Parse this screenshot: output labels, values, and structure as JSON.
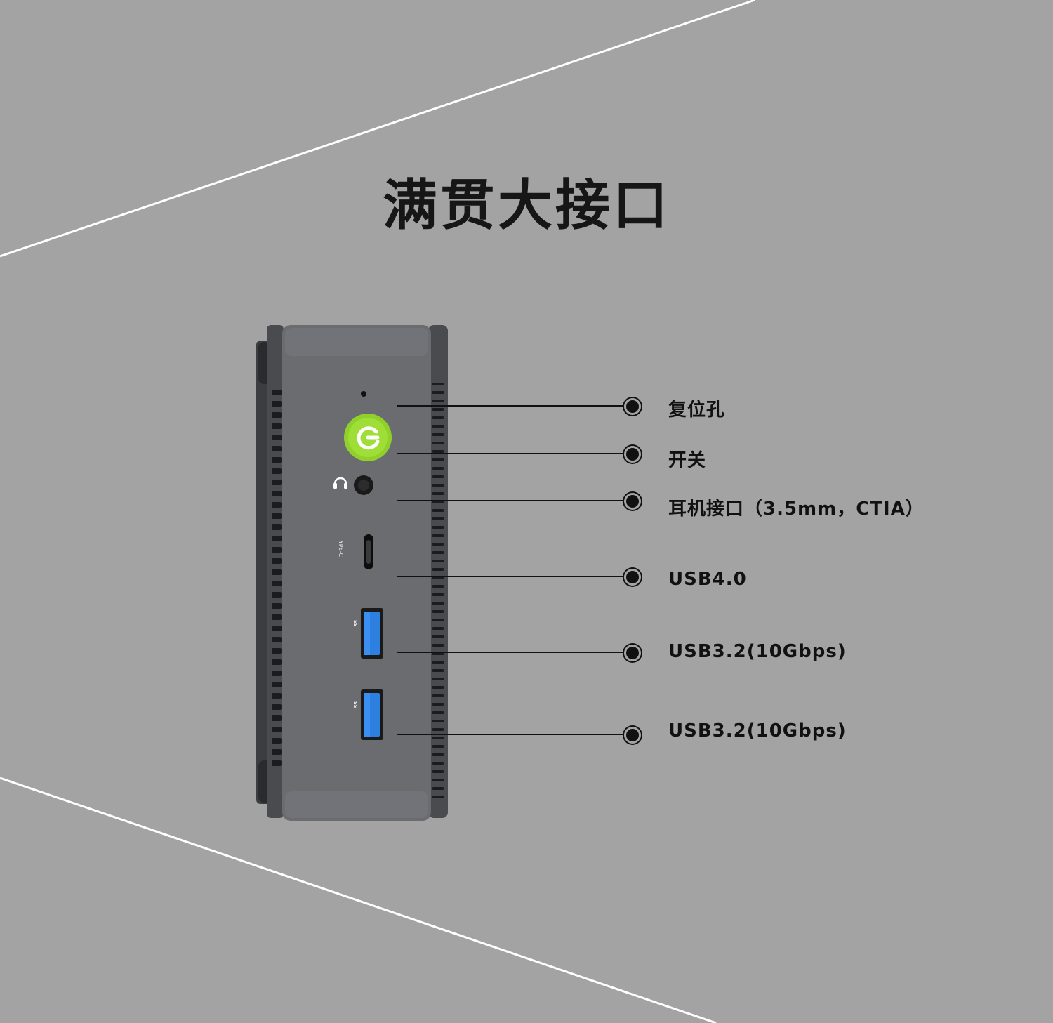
{
  "page": {
    "title": "满贯大接口"
  },
  "device": {
    "typec_mark": "TYPE-C",
    "usb_mark": "SS",
    "power_color": "#8fd12a",
    "usb_port_color": "#2d7fe0"
  },
  "ports": [
    {
      "name": "reset",
      "label": "复位孔"
    },
    {
      "name": "power",
      "label": "开关"
    },
    {
      "name": "headphone",
      "label": "耳机接口（3.5mm，CTIA）"
    },
    {
      "name": "usb4",
      "label": "USB4.0"
    },
    {
      "name": "usb32-a",
      "label": "USB3.2(10Gbps)"
    },
    {
      "name": "usb32-b",
      "label": "USB3.2(10Gbps)"
    }
  ]
}
